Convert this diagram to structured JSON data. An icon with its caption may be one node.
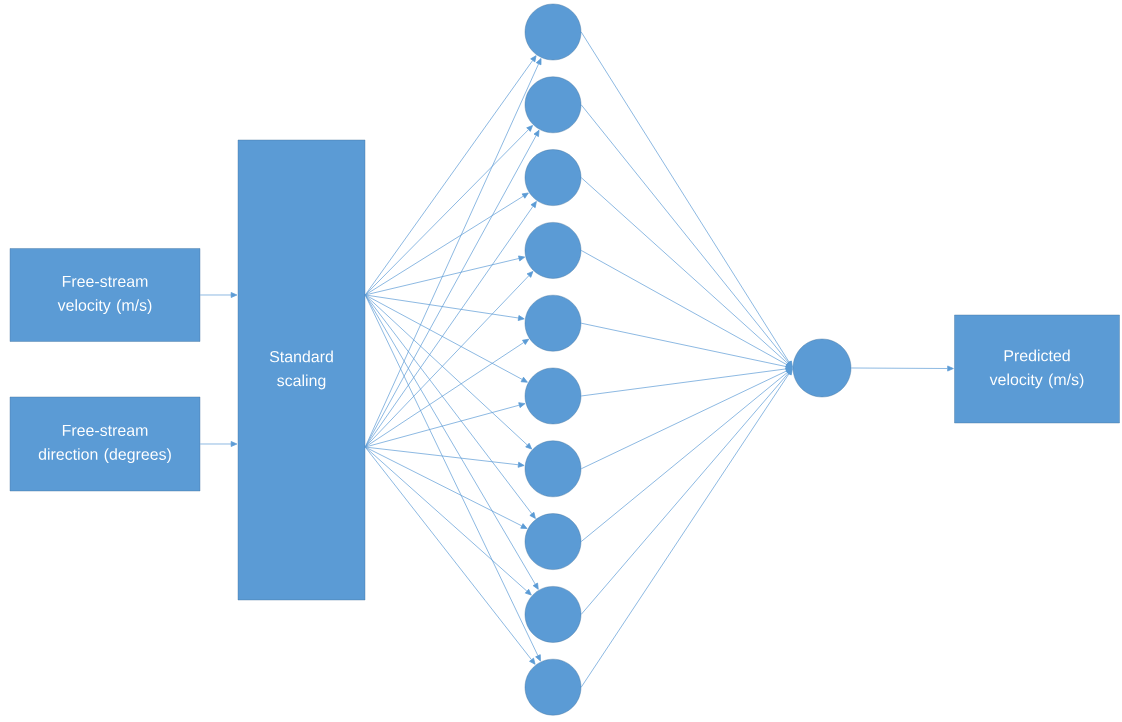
{
  "diagram": {
    "nodes": [
      {
        "text": [
          "Free-stream velocity (m/s)"
        ]
      },
      {
        "text": [
          "Free-stream direction (degrees)"
        ]
      },
      {
        "text": [
          "Standard scaling"
        ]
      },
      {
        "text": [],
        "shape": "circle"
      },
      {
        "text": [],
        "shape": "circle"
      },
      {
        "text": [],
        "shape": "circle"
      },
      {
        "text": [],
        "shape": "circle"
      },
      {
        "text": [],
        "shape": "circle"
      },
      {
        "text": [],
        "shape": "circle"
      },
      {
        "text": [],
        "shape": "circle"
      },
      {
        "text": [],
        "shape": "circle"
      },
      {
        "text": [],
        "shape": "circle"
      },
      {
        "text": [],
        "shape": "circle"
      },
      {
        "text": [],
        "shape": "circle"
      },
      {
        "text": [
          "Predicted velocity (m/s)"
        ]
      }
    ],
    "edges": [
      {
        "from": 0,
        "to": 2,
        "arrow": "to"
      },
      {
        "from": 1,
        "to": 2,
        "arrow": "to"
      },
      {
        "from": 2,
        "to": 3,
        "arrow": "to"
      },
      {
        "from": 2,
        "to": 4,
        "arrow": "to"
      },
      {
        "from": 2,
        "to": 5,
        "arrow": "to"
      },
      {
        "from": 2,
        "to": 6,
        "arrow": "to"
      },
      {
        "from": 2,
        "to": 7,
        "arrow": "to"
      },
      {
        "from": 2,
        "to": 8,
        "arrow": "to"
      },
      {
        "from": 2,
        "to": 9,
        "arrow": "to"
      },
      {
        "from": 2,
        "to": 10,
        "arrow": "to"
      },
      {
        "from": 2,
        "to": 11,
        "arrow": "to"
      },
      {
        "from": 2,
        "to": 12,
        "arrow": "to"
      },
      {
        "from": 2,
        "to": 3,
        "arrow": "to"
      },
      {
        "from": 2,
        "to": 4,
        "arrow": "to"
      },
      {
        "from": 2,
        "to": 5,
        "arrow": "to"
      },
      {
        "from": 2,
        "to": 6,
        "arrow": "to"
      },
      {
        "from": 2,
        "to": 7,
        "arrow": "to"
      },
      {
        "from": 2,
        "to": 8,
        "arrow": "to"
      },
      {
        "from": 2,
        "to": 9,
        "arrow": "to"
      },
      {
        "from": 2,
        "to": 10,
        "arrow": "to"
      },
      {
        "from": 2,
        "to": 11,
        "arrow": "to"
      },
      {
        "from": 2,
        "to": 12,
        "arrow": "to"
      },
      {
        "from": 3,
        "to": 13,
        "arrow": "to"
      },
      {
        "from": 4,
        "to": 13,
        "arrow": "to"
      },
      {
        "from": 5,
        "to": 13,
        "arrow": "to"
      },
      {
        "from": 6,
        "to": 13,
        "arrow": "to"
      },
      {
        "from": 7,
        "to": 13,
        "arrow": "to"
      },
      {
        "from": 8,
        "to": 13,
        "arrow": "to"
      },
      {
        "from": 9,
        "to": 13,
        "arrow": "to"
      },
      {
        "from": 10,
        "to": 13,
        "arrow": "to"
      },
      {
        "from": 11,
        "to": 13,
        "arrow": "to"
      },
      {
        "from": 12,
        "to": 13,
        "arrow": "to"
      },
      {
        "from": 13,
        "to": 14,
        "arrow": "to"
      }
    ]
  }
}
